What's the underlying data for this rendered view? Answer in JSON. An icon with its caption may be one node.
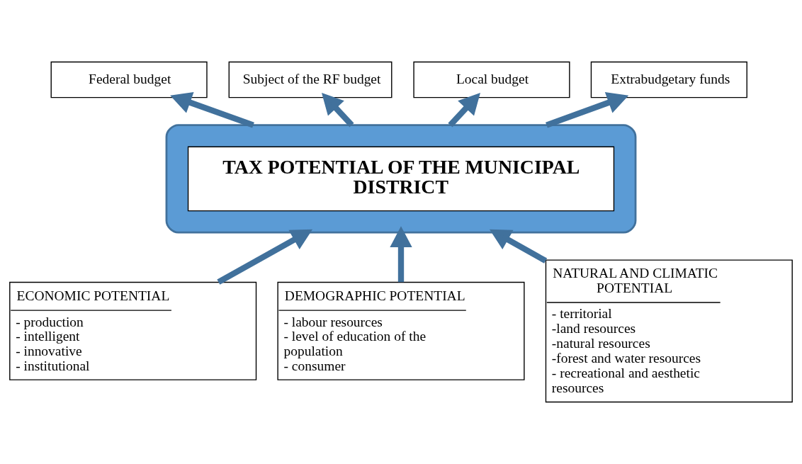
{
  "diagram": {
    "nodes": [
      {
        "text": [
          "Federal budget"
        ]
      },
      {
        "text": [
          "Subject of the RF budget"
        ]
      },
      {
        "text": [
          "Local budget"
        ]
      },
      {
        "text": [
          "Extrabudgetary funds"
        ]
      },
      {
        "text": [],
        "shape": "box"
      },
      {
        "text": [
          "TAX POTENTIAL OF THE MUNICIPAL DISTRICT"
        ],
        "in": 4
      },
      {
        "text": [
          "ECONOMIC POTENTIAL",
          "- production",
          "- intelligent",
          "- innovative",
          "- institutional"
        ]
      },
      {
        "text": [
          "DEMOGRAPHIC POTENTIAL",
          "- labour resources",
          "- level of education of the population",
          "- consumer"
        ]
      },
      {
        "text": [
          "NATURAL AND CLIMATIC POTENTIAL",
          "- territorial",
          "-land resources",
          "-natural resources",
          "-forest and water resources",
          "- recreational and aesthetic resources"
        ]
      }
    ],
    "edges": [
      {
        "from": 4,
        "to": 0,
        "arrow": "to"
      },
      {
        "from": 4,
        "to": 1,
        "arrow": "to"
      },
      {
        "from": 4,
        "to": 2,
        "arrow": "to"
      },
      {
        "from": 4,
        "to": 3,
        "arrow": "to"
      },
      {
        "from": 6,
        "to": 4,
        "arrow": "to"
      },
      {
        "from": 7,
        "to": 4,
        "arrow": "to"
      },
      {
        "from": 8,
        "to": 4,
        "arrow": "to"
      }
    ]
  }
}
